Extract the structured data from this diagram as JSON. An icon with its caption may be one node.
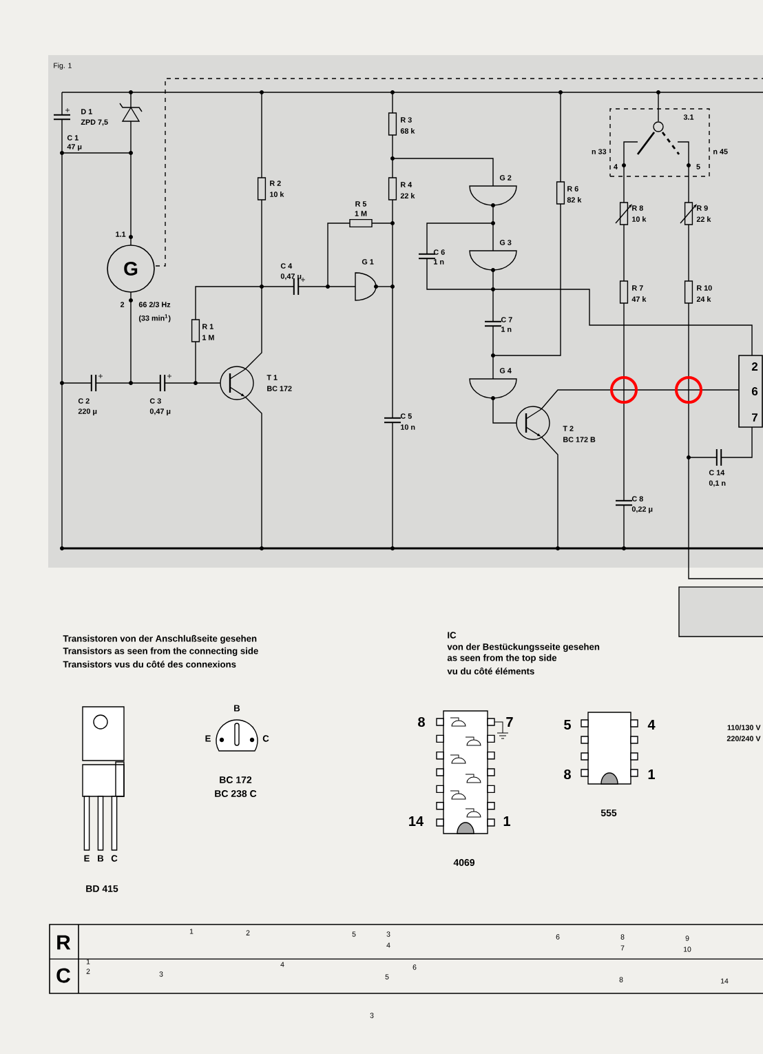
{
  "diagram": {
    "nodes": [
      {
        "text": [
          "G"
        ]
      },
      {
        "text": [
          "3.1",
          "4",
          "5"
        ],
        "beside": [
          "n 33",
          "n 45"
        ]
      },
      {
        "text": [
          "2",
          "6",
          "7"
        ]
      }
    ],
    "labels": [
      "Fig. 1",
      "D 1",
      "ZPD 7,5",
      "C 1",
      "47 μ",
      "1.1",
      "2",
      "66 2/3 Hz",
      "(33 min$^{1}$)",
      "R 2",
      "10 k",
      "R 5",
      "1 M",
      "C 4",
      "0,47 μ",
      "G 1",
      "R 1",
      "1 M",
      "C 2",
      "220 μ",
      "C 3",
      "0,47 μ",
      "T 1",
      "BC 172",
      "R 3",
      "68 k",
      "R 4",
      "22 k",
      "G 2",
      "C 6",
      "1 n",
      "G 3",
      "C 7",
      "1 n",
      "G 4",
      "C 5",
      "10 n",
      "T 2",
      "BC 172 B",
      "R 6",
      "82 k",
      "R 8",
      "10 k",
      "R 7",
      "47 k",
      "R 9",
      "22 k",
      "R 10",
      "24 k",
      "C 8",
      "0,22 μ",
      "C 14",
      "0,1 n",
      "Transistoren von der Anschlußseite gesehen",
      "Transistors as seen from the connecting side",
      "Transistors vus du côté des connexions",
      "IC",
      "von der Bestückungsseite gesehen",
      "as seen from the top side",
      "vu du côté éléments",
      "E",
      "B",
      "C",
      "BD 415",
      "B",
      "E",
      "C",
      "BC 172",
      "BC 238 C",
      "8",
      "7",
      "14",
      "1",
      "4069",
      "5",
      "4",
      "8",
      "1",
      "555",
      "110/130 V",
      "220/240 V",
      "R",
      "C",
      "1",
      "2",
      "5",
      "3",
      "4",
      "6",
      "8",
      "7",
      "9",
      "10",
      "1",
      "2",
      "3",
      "4",
      "6",
      "5",
      "8",
      "14",
      "3"
    ]
  }
}
